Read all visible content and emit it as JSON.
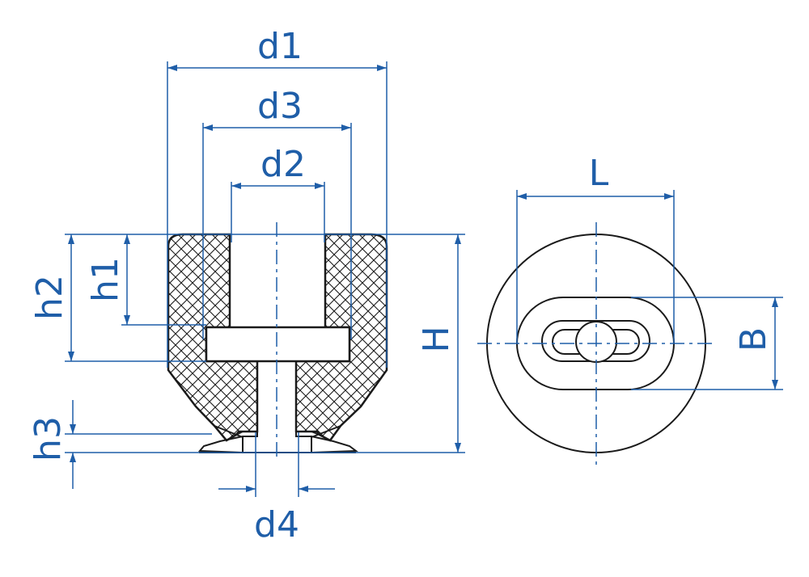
{
  "colors": {
    "dimension": "#1f5ea8",
    "outline": "#1a1a1a",
    "background": "#ffffff"
  },
  "labels": {
    "d1": "d1",
    "d2": "d2",
    "d3": "d3",
    "d4": "d4",
    "h1": "h1",
    "h2": "h2",
    "h3": "h3",
    "H": "H",
    "L": "L",
    "B": "B"
  }
}
